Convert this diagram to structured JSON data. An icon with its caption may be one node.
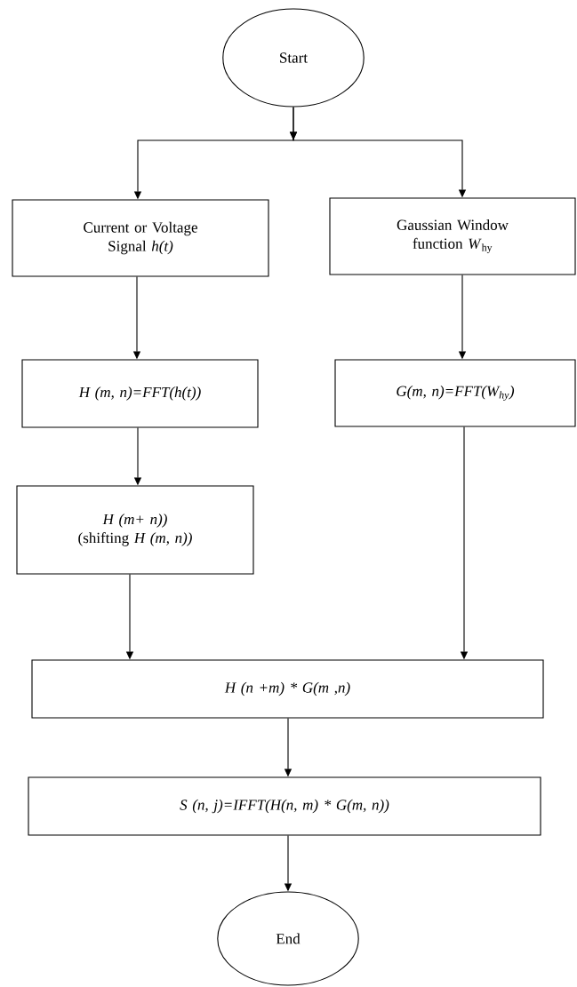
{
  "diagram": {
    "nodes": [
      {
        "text": [
          "Start"
        ]
      },
      {
        "text": [
          "Current or Voltage Signal *h(t)*"
        ]
      },
      {
        "text": [
          "Gaussian Window function *W*$_{hy}$"
        ]
      },
      {
        "text": [
          "H (m, n)=FFT(h(t))"
        ]
      },
      {
        "text": [
          "G(m, n)=FFT(W$_{hy}$)"
        ]
      },
      {
        "text": [
          "H (m+ n))",
          "(shifting *H (m, n))*"
        ]
      },
      {
        "text": [
          "H (n +m) * G(m ,n)"
        ]
      },
      {
        "text": [
          "S (n, j)=IFFT(H(n, m) * G(m, n))"
        ]
      },
      {
        "text": [
          "End"
        ]
      }
    ],
    "edges": [
      {
        "from": 0,
        "to": 1,
        "arrow": "to"
      },
      {
        "from": 0,
        "to": 2,
        "arrow": "to"
      },
      {
        "from": 1,
        "to": 3,
        "arrow": "to"
      },
      {
        "from": 2,
        "to": 4,
        "arrow": "to"
      },
      {
        "from": 3,
        "to": 5,
        "arrow": "to"
      },
      {
        "from": 4,
        "to": 6,
        "arrow": "to"
      },
      {
        "from": 5,
        "to": 6,
        "arrow": "to"
      },
      {
        "from": 6,
        "to": 7,
        "arrow": "to"
      },
      {
        "from": 7,
        "to": 8,
        "arrow": "to"
      }
    ]
  }
}
